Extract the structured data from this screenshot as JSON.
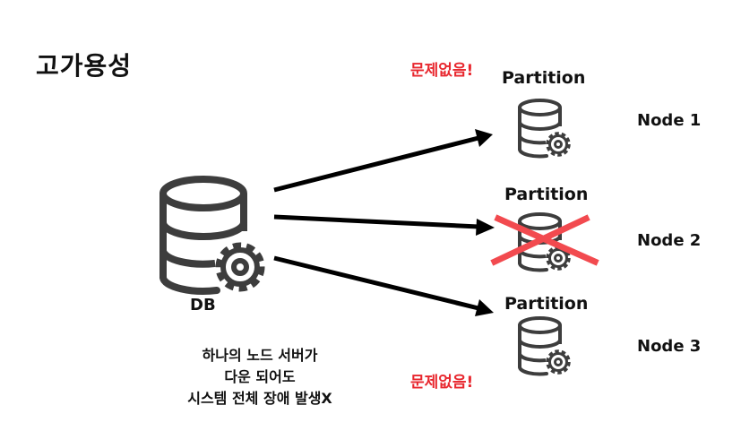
{
  "title": "고가용성",
  "db": {
    "label": "DB",
    "icon": "database-gear-icon"
  },
  "status_top": "문제없음!",
  "status_bottom": "문제없음!",
  "partitions": [
    {
      "label": "Partition",
      "node": "Node 1",
      "failed": false
    },
    {
      "label": "Partition",
      "node": "Node 2",
      "failed": true
    },
    {
      "label": "Partition",
      "node": "Node 3",
      "failed": false
    }
  ],
  "caption": [
    "하나의 노드 서버가",
    "다운 되어도",
    "시스템 전체 장애 발생X"
  ],
  "colors": {
    "ok_text": "#e8272e",
    "fail_mark": "#f24a4f",
    "icon": "#3d3d3d",
    "arrow": "#000000"
  }
}
